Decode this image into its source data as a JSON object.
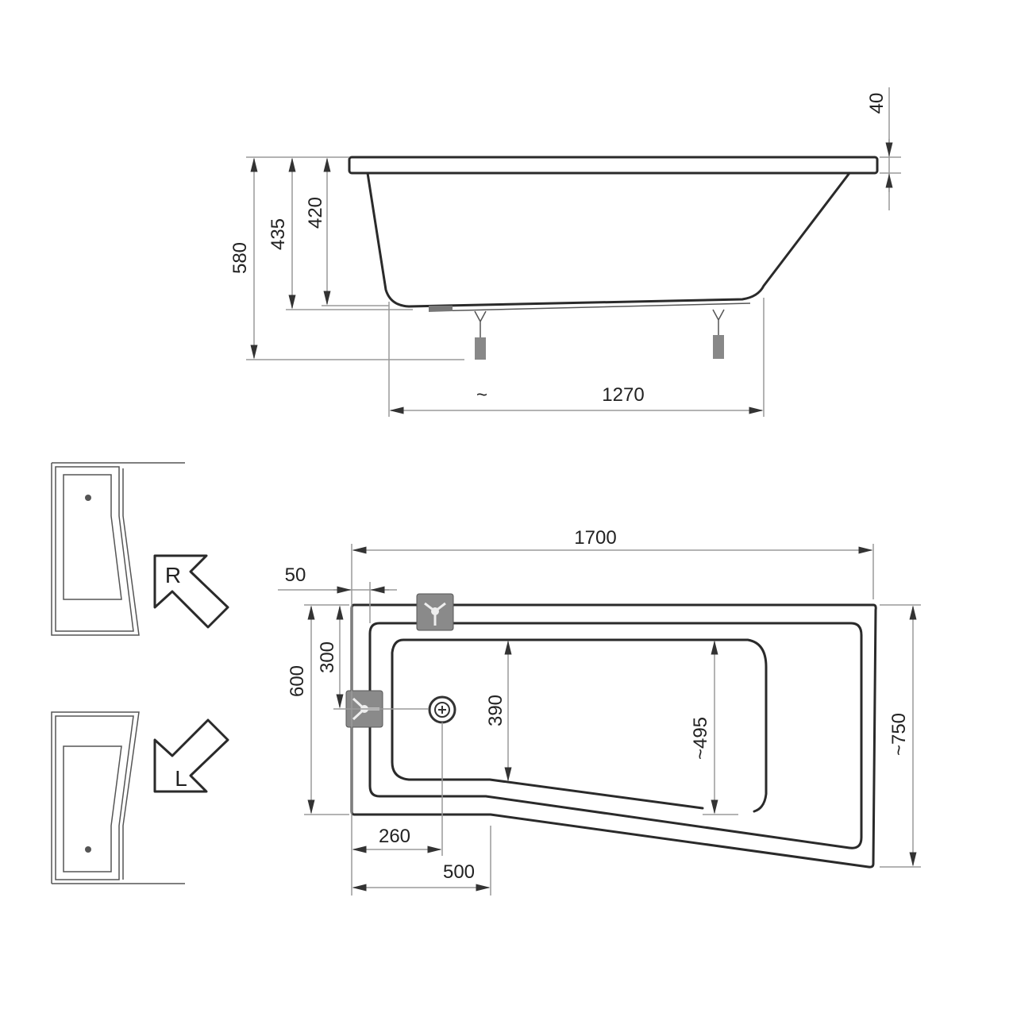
{
  "side_view": {
    "dims": {
      "overall_height": "580",
      "rim_height": "435",
      "inner_depth": "420",
      "rim_thickness": "40",
      "base_length": "1270",
      "approx_symbol": "~"
    }
  },
  "top_view": {
    "dims": {
      "length": "1700",
      "rim_offset": "50",
      "drain_offset_y": "300",
      "width_narrow": "600",
      "inner_width_narrow": "390",
      "inner_width_wide": "~495",
      "width_wide": "~750",
      "drain_offset_x": "260",
      "step_offset": "500"
    }
  },
  "orientation": {
    "right_label": "R",
    "left_label": "L"
  },
  "colors": {
    "line": "#2a2a2a",
    "dimension": "#9a9a9a",
    "fitting": "#8a8a8a"
  }
}
